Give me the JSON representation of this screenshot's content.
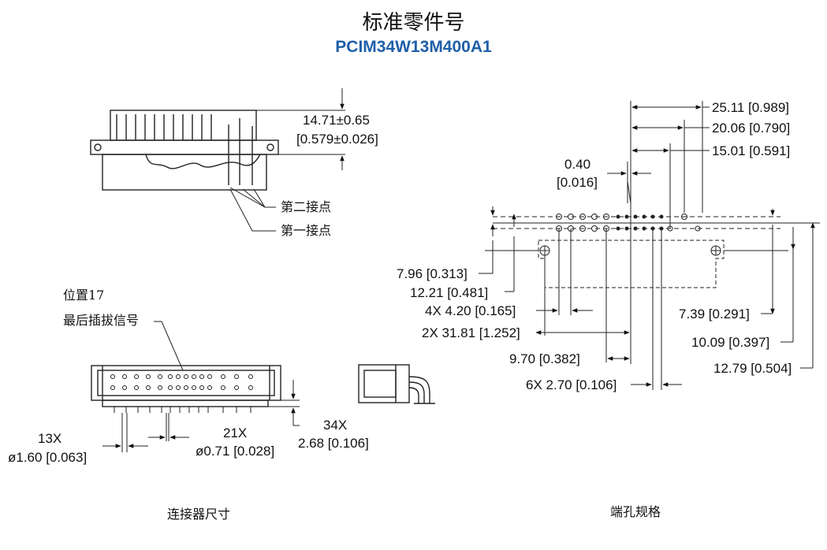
{
  "header": {
    "title": "标准零件号",
    "part_number": "PCIM34W13M400A1"
  },
  "side_view": {
    "height_dim": "14.71±0.65",
    "height_dim_inch": "[0.579±0.026]",
    "label_second_contact": "第二接点",
    "label_first_contact": "第一接点"
  },
  "front_view": {
    "position_label": "位置17",
    "last_mating_label": "最后插拔信号",
    "pin_count_a": "13X",
    "pin_dia_a": "ø1.60 [0.063]",
    "pin_count_b": "21X",
    "pin_dia_b": "ø0.71 [0.028]",
    "pitch_count": "34X",
    "pitch": "2.68 [0.106]"
  },
  "pcb_layout": {
    "dim_25_11": "25.11 [0.989]",
    "dim_20_06": "20.06 [0.790]",
    "dim_15_01": "15.01 [0.591]",
    "dim_0_40": "0.40",
    "dim_0_40_inch": "[0.016]",
    "dim_7_96": "7.96 [0.313]",
    "dim_12_21": "12.21 [0.481]",
    "dim_4x_4_20": "4X 4.20 [0.165]",
    "dim_2x_31_81": "2X 31.81 [1.252]",
    "dim_9_70": "9.70 [0.382]",
    "dim_6x_2_70": "6X 2.70 [0.106]",
    "dim_7_39": "7.39 [0.291]",
    "dim_10_09": "10.09 [0.397]",
    "dim_12_79": "12.79 [0.504]"
  },
  "captions": {
    "left": "连接器尺寸",
    "right": "端孔规格"
  }
}
